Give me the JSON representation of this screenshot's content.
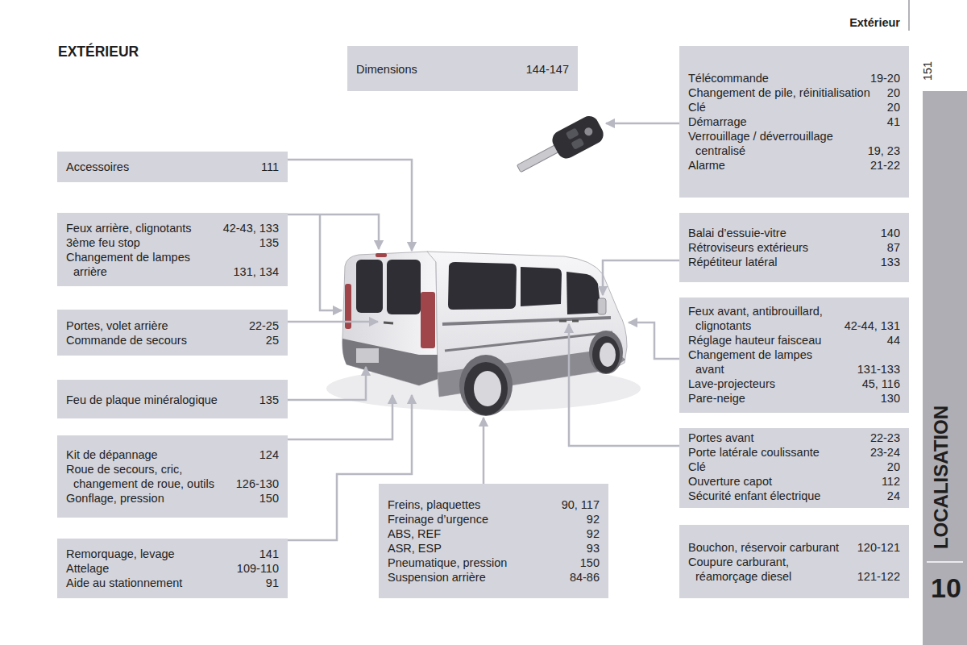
{
  "diagram": {
    "title": "EXTÉRIEUR",
    "nodes": [
      {
        "text": [
          "Dimensions",
          "144-147"
        ]
      },
      {
        "text": [
          "Télécommande",
          "19-20",
          "Changement de pile, réinitialisation",
          "20",
          "Clé",
          "20",
          "Démarrage",
          "41",
          "Verrouillage / déverrouillage centralisé",
          "19, 23",
          "Alarme",
          "21-22"
        ]
      },
      {
        "text": [
          "Accessoires",
          "111"
        ]
      },
      {
        "text": [
          "Feux arrière, clignotants",
          "42-43, 133",
          "3ème feu stop",
          "135",
          "Changement de lampes arrière",
          "131, 134"
        ]
      },
      {
        "text": [
          "Balai d’essuie-vitre",
          "140",
          "Rétroviseurs extérieurs",
          "87",
          "Répétiteur latéral",
          "133"
        ]
      },
      {
        "text": [
          "Portes, volet arrière",
          "22-25",
          "Commande de secours",
          "25"
        ]
      },
      {
        "text": [
          "Feux avant, antibrouillard, clignotants",
          "42-44, 131",
          "Réglage hauteur faisceau",
          "44",
          "Changement de lampes avant",
          "131-133",
          "Lave-projecteurs",
          "45, 116",
          "Pare-neige",
          "130"
        ]
      },
      {
        "text": [
          "Feu de plaque minéralogique",
          "135"
        ]
      },
      {
        "text": [
          "Portes avant",
          "22-23",
          "Porte latérale coulissante",
          "23-24",
          "Clé",
          "20",
          "Ouverture capot",
          "112",
          "Sécurité enfant électrique",
          "24"
        ]
      },
      {
        "text": [
          "Kit de dépannage",
          "124",
          "Roue de secours, cric, changement de roue, outils",
          "126-130",
          "Gonflage, pression",
          "150"
        ]
      },
      {
        "text": [
          "Freins, plaquettes",
          "90, 117",
          "Freinage d’urgence",
          "92",
          "ABS, REF",
          "92",
          "ASR, ESP",
          "93",
          "Pneumatique, pression",
          "150",
          "Suspension arrière",
          "84-86"
        ]
      },
      {
        "text": [
          "Bouchon, réservoir carburant",
          "120-121",
          "Coupure carburant, réamorçage diesel",
          "121-122"
        ]
      },
      {
        "text": [
          "Remorquage, levage",
          "141",
          "Attelage",
          "109-110",
          "Aide au stationnement",
          "91"
        ]
      }
    ],
    "labels": [
      "Extérieur",
      "151",
      "LOCALISATION",
      "10"
    ]
  }
}
